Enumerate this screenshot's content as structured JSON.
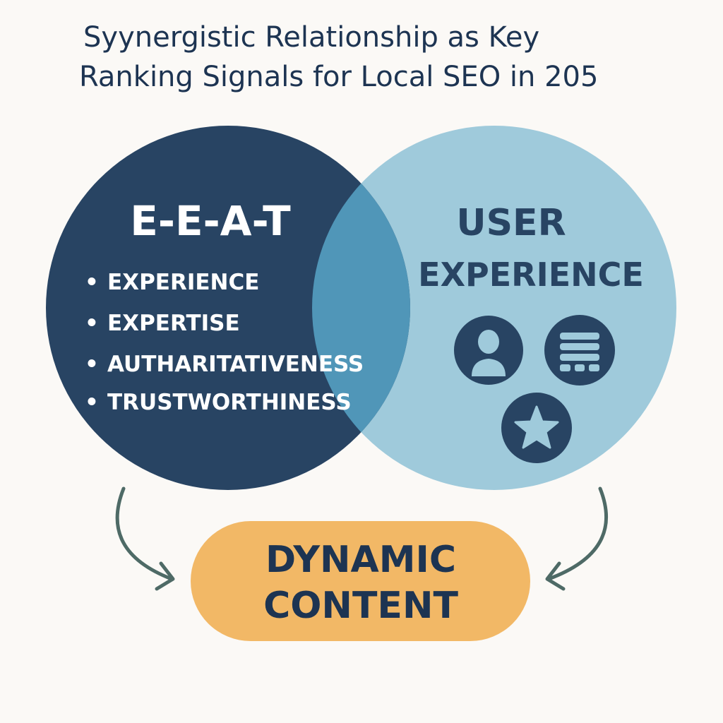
{
  "title": {
    "line1": "Syynergistic Relationship as Key",
    "line2": "Ranking Signals for Local SEO in 205"
  },
  "eeat": {
    "heading": "E-E-A-T",
    "bullets": [
      "EXPERIENCE",
      "EXPERTISE",
      "AUTHARITATIVENESS",
      "TRUSTWORTHINESS"
    ],
    "bullet_glyph": "•"
  },
  "ux": {
    "heading_line1": "USER",
    "heading_line2": "EXPERIENCE",
    "icons": [
      "user-icon",
      "layout-icon",
      "star-icon"
    ]
  },
  "result": {
    "line1": "DYNAMIC",
    "line2": "CONTENT"
  },
  "colors": {
    "background": "#fbf9f6",
    "eeat_circle": "#284463",
    "ux_circle": "#9fcadb",
    "overlap": "#5096b8",
    "pill": "#f2b866",
    "arrow": "#4e6a66",
    "text_dark": "#1d3452"
  }
}
